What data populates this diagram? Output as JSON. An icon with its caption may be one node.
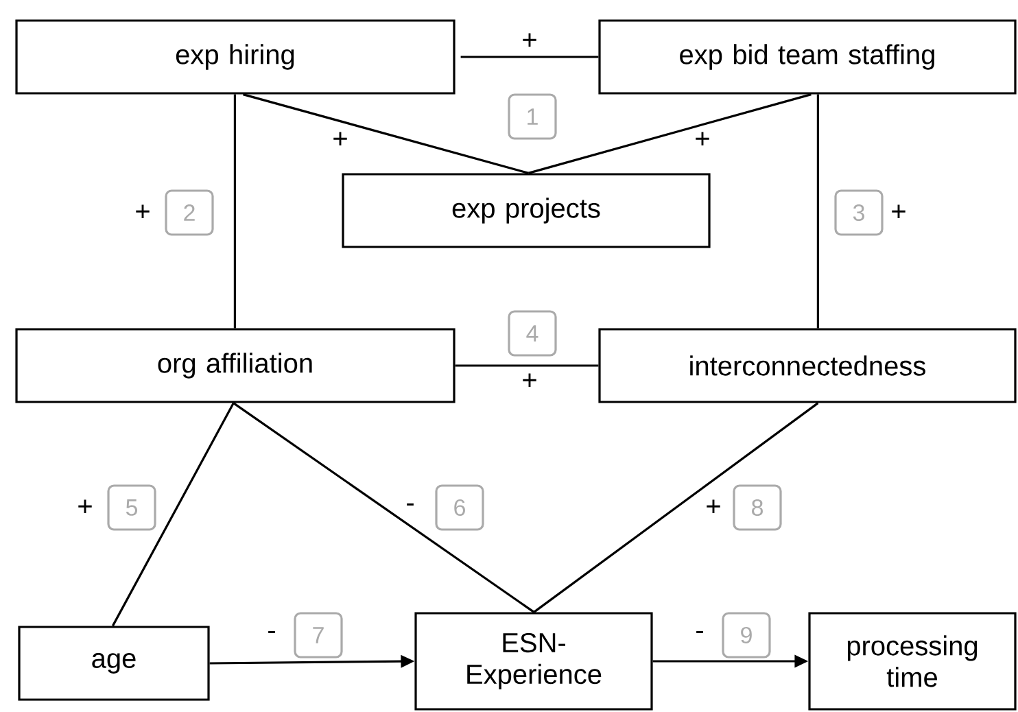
{
  "diagram": {
    "nodes": [
      {
        "text": [
          "exp hiring"
        ]
      },
      {
        "text": [
          "exp bid team staffing"
        ]
      },
      {
        "text": [
          "exp projects"
        ]
      },
      {
        "text": [
          "org affiliation"
        ]
      },
      {
        "text": [
          "interconnectedness"
        ]
      },
      {
        "text": [
          "age"
        ]
      },
      {
        "text": [
          "ESN-Experience"
        ]
      },
      {
        "text": [
          "processing time"
        ]
      }
    ],
    "edges": [
      {
        "from": 0,
        "to": 1,
        "arrow": "none",
        "label": "+"
      },
      {
        "from": 0,
        "to": 2,
        "arrow": "none",
        "label": "+"
      },
      {
        "from": 1,
        "to": 2,
        "arrow": "none",
        "label": "+"
      },
      {
        "from": 0,
        "to": 3,
        "arrow": "none",
        "label": "+"
      },
      {
        "from": 1,
        "to": 4,
        "arrow": "none",
        "label": "+"
      },
      {
        "from": 3,
        "to": 4,
        "arrow": "none",
        "label": "+"
      },
      {
        "from": 3,
        "to": 5,
        "arrow": "none",
        "label": "+"
      },
      {
        "from": 3,
        "to": 6,
        "arrow": "none",
        "label": "-"
      },
      {
        "from": 4,
        "to": 6,
        "arrow": "none",
        "label": "+"
      },
      {
        "from": 5,
        "to": 6,
        "arrow": "to",
        "label": "-"
      },
      {
        "from": 6,
        "to": 7,
        "arrow": "to",
        "label": "-"
      }
    ],
    "labels": [
      "1",
      "2",
      "3",
      "4",
      "5",
      "6",
      "7",
      "8",
      "9"
    ]
  }
}
